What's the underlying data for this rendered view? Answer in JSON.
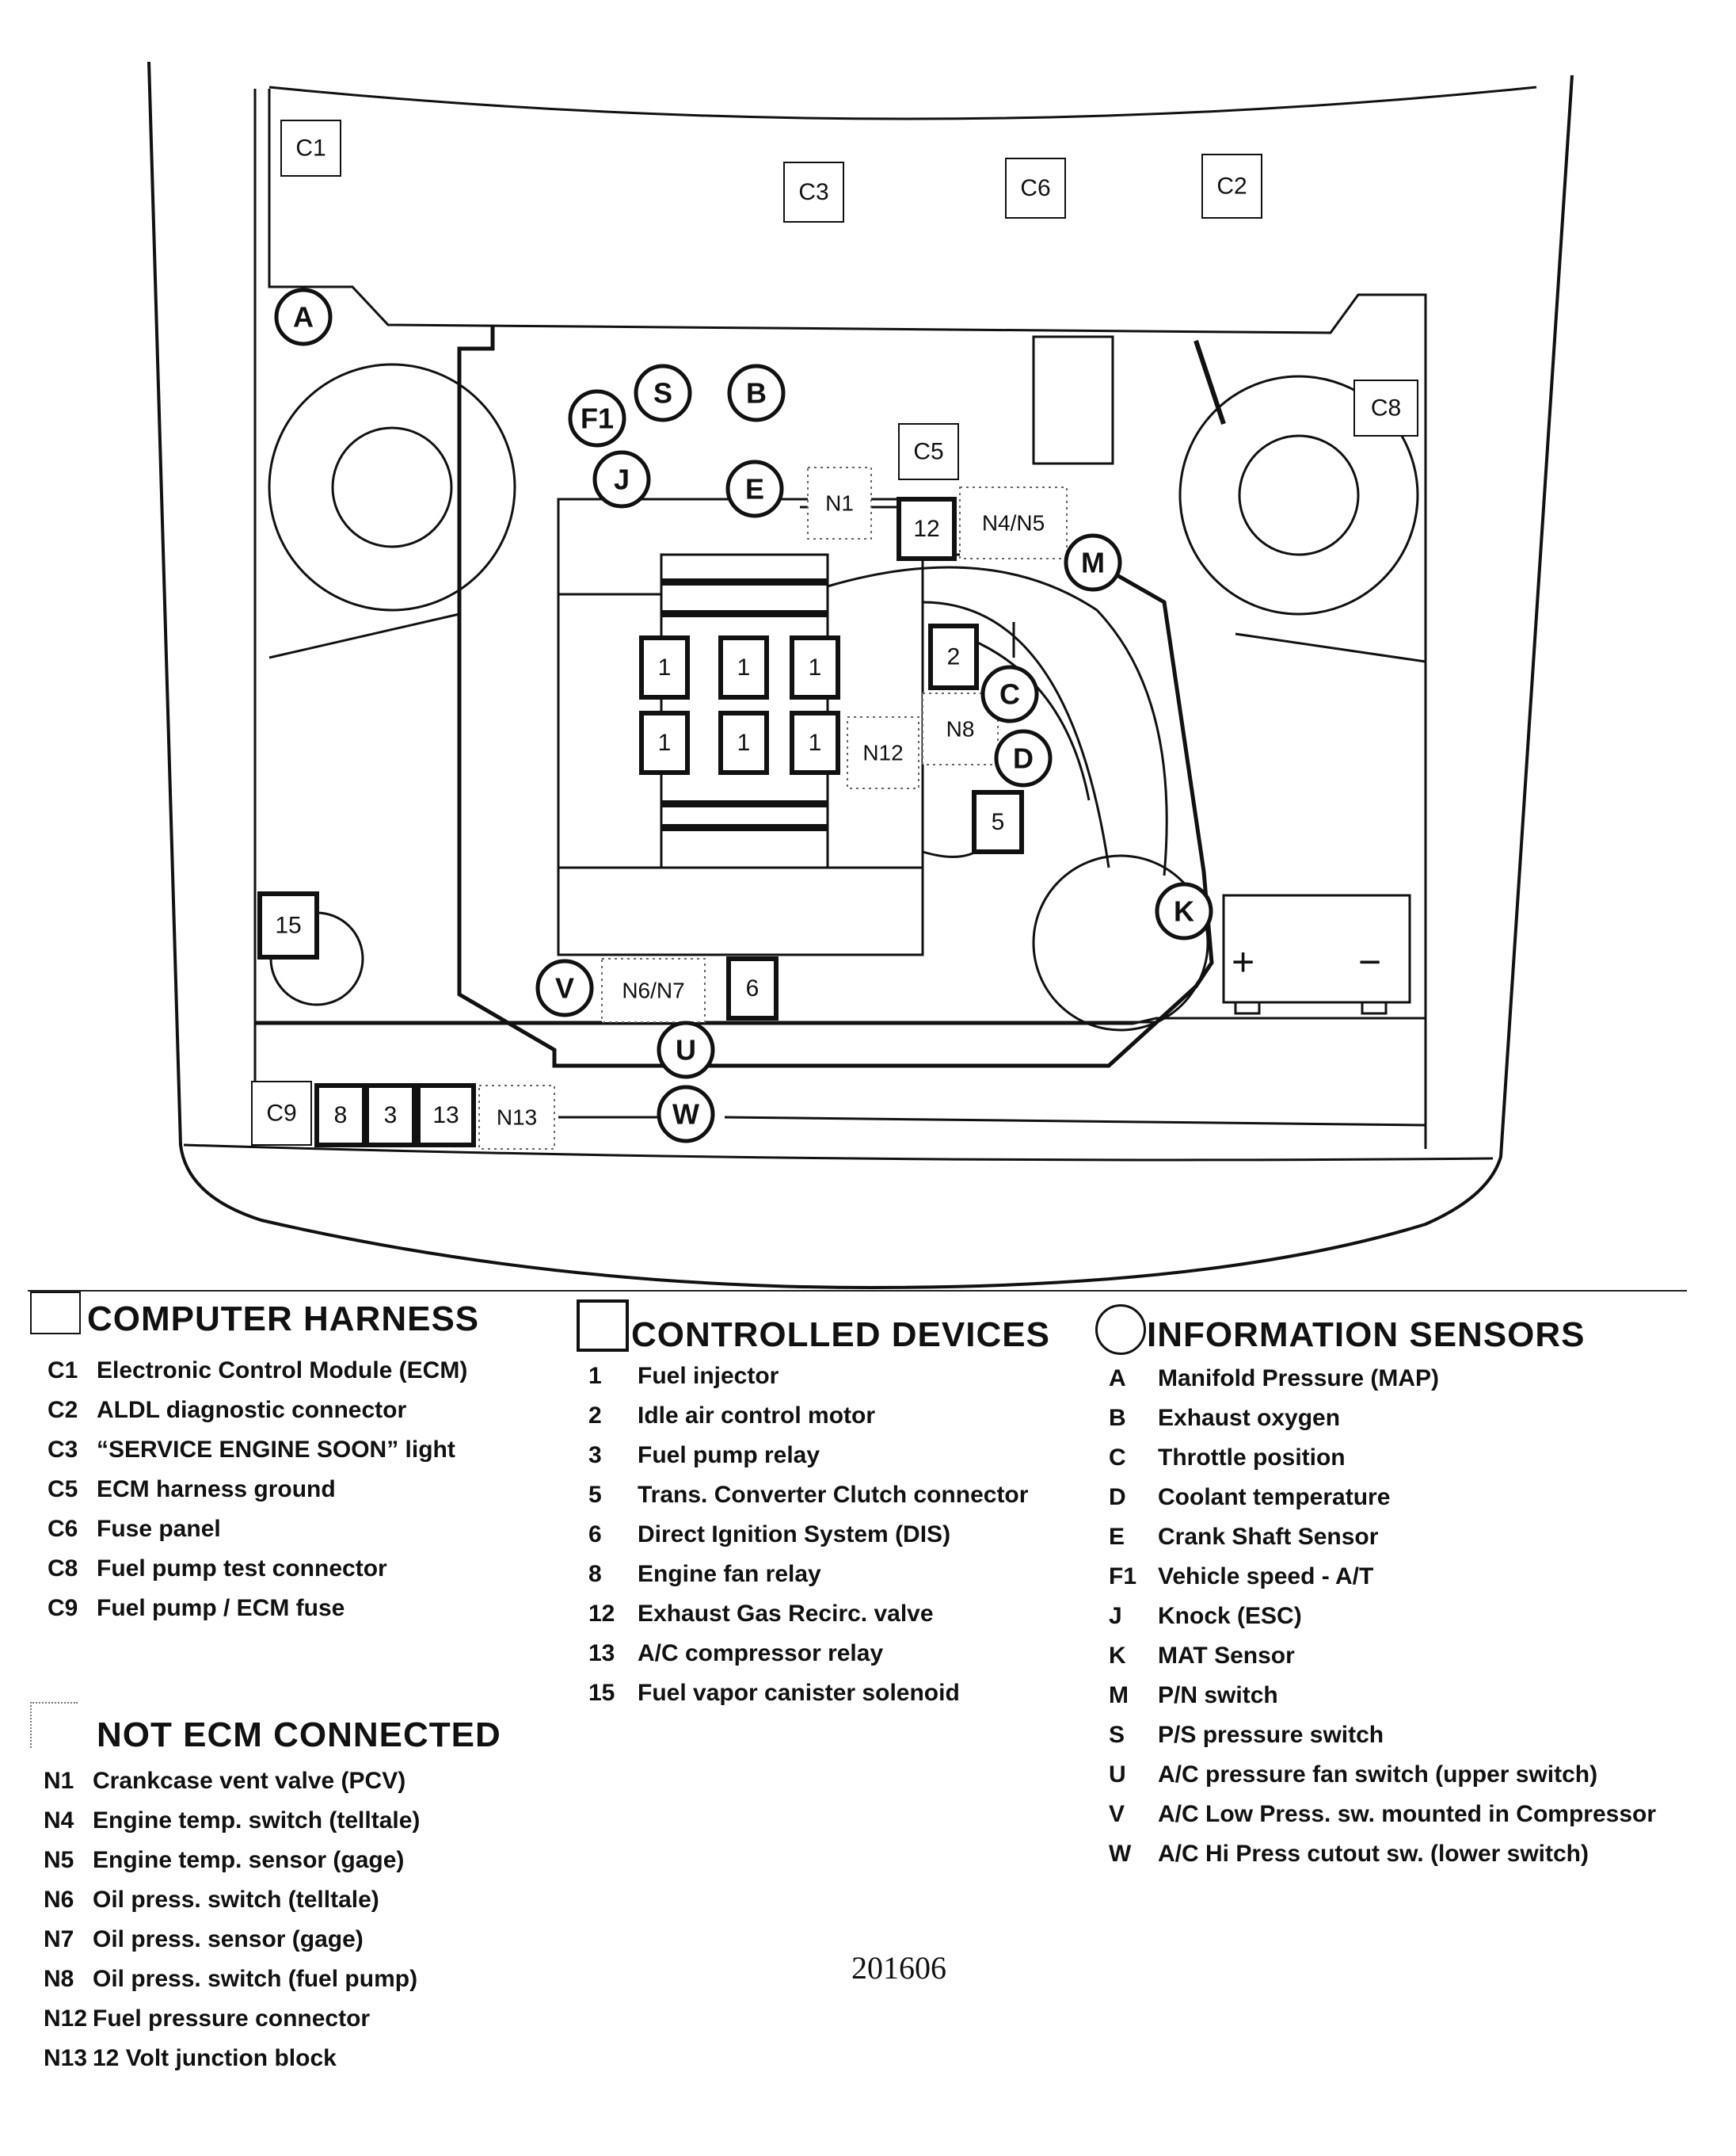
{
  "diagram": {
    "computer_harness_labels": {
      "c1": "C1",
      "c2": "C2",
      "c3": "C3",
      "c5": "C5",
      "c6": "C6",
      "c8": "C8",
      "c9": "C9"
    },
    "controlled_device_labels": {
      "d1": "1",
      "d2": "2",
      "d3": "3",
      "d5": "5",
      "d6": "6",
      "d8": "8",
      "d12": "12",
      "d13": "13",
      "d15": "15"
    },
    "sensor_labels": {
      "a": "A",
      "b": "B",
      "c": "C",
      "d": "D",
      "e": "E",
      "f1": "F1",
      "j": "J",
      "k": "K",
      "m": "M",
      "s": "S",
      "u": "U",
      "v": "V",
      "w": "W"
    },
    "not_ecm_labels": {
      "n1": "N1",
      "n4n5": "N4/N5",
      "n6n7": "N6/N7",
      "n8": "N8",
      "n12": "N12",
      "n13": "N13"
    },
    "battery": {
      "plus": "+",
      "minus": "−"
    }
  },
  "legend": {
    "computer_harness": {
      "title": "COMPUTER HARNESS",
      "items": [
        {
          "code": "C1",
          "text": "Electronic Control Module (ECM)"
        },
        {
          "code": "C2",
          "text": "ALDL diagnostic connector"
        },
        {
          "code": "C3",
          "text": "“SERVICE ENGINE SOON” light"
        },
        {
          "code": "C5",
          "text": "ECM harness ground"
        },
        {
          "code": "C6",
          "text": "Fuse panel"
        },
        {
          "code": "C8",
          "text": "Fuel pump test connector"
        },
        {
          "code": "C9",
          "text": "Fuel pump / ECM fuse"
        }
      ]
    },
    "controlled_devices": {
      "title": "CONTROLLED DEVICES",
      "items": [
        {
          "code": "1",
          "text": "Fuel injector"
        },
        {
          "code": "2",
          "text": "Idle air control motor"
        },
        {
          "code": "3",
          "text": "Fuel pump relay"
        },
        {
          "code": "5",
          "text": "Trans. Converter Clutch connector"
        },
        {
          "code": "6",
          "text": "Direct Ignition System (DIS)"
        },
        {
          "code": "8",
          "text": "Engine fan relay"
        },
        {
          "code": "12",
          "text": "Exhaust Gas Recirc. valve"
        },
        {
          "code": "13",
          "text": "A/C compressor relay"
        },
        {
          "code": "15",
          "text": "Fuel vapor canister solenoid"
        }
      ]
    },
    "information_sensors": {
      "title": "INFORMATION SENSORS",
      "items": [
        {
          "code": "A",
          "text": "Manifold Pressure (MAP)"
        },
        {
          "code": "B",
          "text": "Exhaust oxygen"
        },
        {
          "code": "C",
          "text": "Throttle position"
        },
        {
          "code": "D",
          "text": "Coolant temperature"
        },
        {
          "code": "E",
          "text": "Crank Shaft Sensor"
        },
        {
          "code": "F1",
          "text": "Vehicle speed - A/T"
        },
        {
          "code": "J",
          "text": "Knock (ESC)"
        },
        {
          "code": "K",
          "text": "MAT Sensor"
        },
        {
          "code": "M",
          "text": "P/N switch"
        },
        {
          "code": "S",
          "text": "P/S pressure switch"
        },
        {
          "code": "U",
          "text": "A/C pressure fan switch (upper switch)"
        },
        {
          "code": "V",
          "text": "A/C Low Press. sw. mounted in Compressor"
        },
        {
          "code": "W",
          "text": "A/C Hi Press cutout sw. (lower switch)"
        }
      ]
    },
    "not_ecm_connected": {
      "title": "NOT ECM CONNECTED",
      "items": [
        {
          "code": "N1",
          "text": "Crankcase vent valve (PCV)"
        },
        {
          "code": "N4",
          "text": "Engine temp. switch (telltale)"
        },
        {
          "code": "N5",
          "text": "Engine temp. sensor (gage)"
        },
        {
          "code": "N6",
          "text": "Oil press. switch (telltale)"
        },
        {
          "code": "N7",
          "text": "Oil press. sensor (gage)"
        },
        {
          "code": "N8",
          "text": "Oil press. switch (fuel pump)"
        },
        {
          "code": "N12",
          "text": "Fuel pressure connector"
        },
        {
          "code": "N13",
          "text": "12 Volt junction block"
        }
      ]
    }
  },
  "reference_number": "201606"
}
